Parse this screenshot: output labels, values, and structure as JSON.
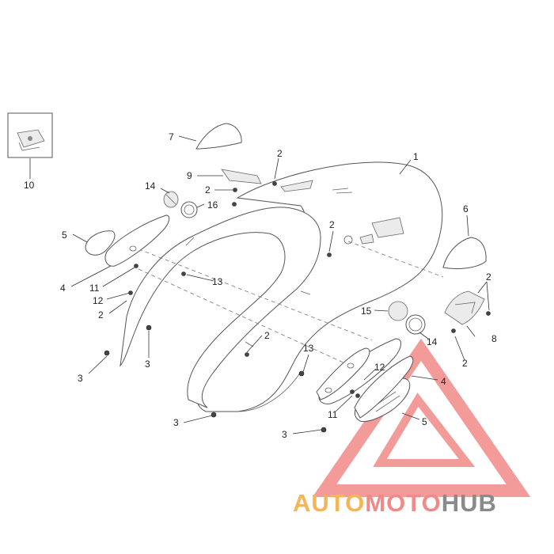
{
  "diagram": {
    "callouts": [
      "1",
      "2",
      "3",
      "4",
      "5",
      "6",
      "7",
      "8",
      "9",
      "10",
      "11",
      "12",
      "13",
      "14",
      "15",
      "16"
    ]
  },
  "watermark": {
    "part1": "AUTO",
    "part2": "MOTO",
    "part3": "HUB",
    "colors": {
      "orange": "#f5b455",
      "red": "#f08a88",
      "gray": "#8a8a8a"
    }
  }
}
